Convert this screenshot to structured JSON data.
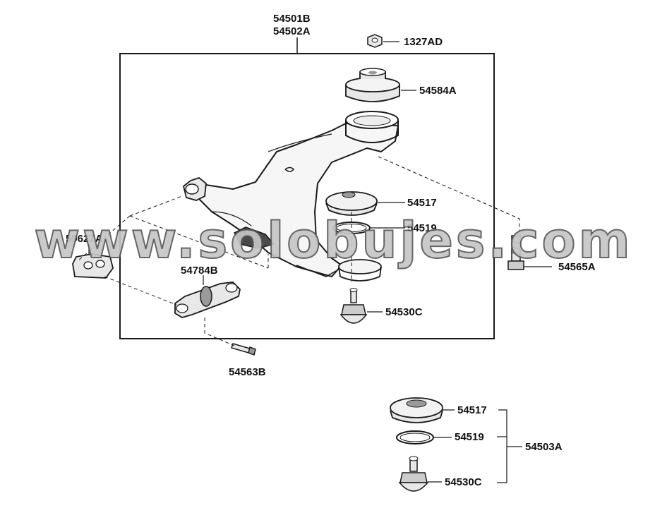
{
  "assembly": {
    "labels": [
      "54501B",
      "54502A"
    ]
  },
  "parts": {
    "nut": "1327AD",
    "bushing_upper": "54584A",
    "dust_cover": "54517",
    "snap_ring": "54519",
    "bracket": "59627A",
    "bushing_front": "54784B",
    "bolt_front": "54563B",
    "bolt_rear": "54565A",
    "ball_joint": "54530C"
  },
  "kit": {
    "items": [
      "54517",
      "54519",
      "54530C"
    ],
    "kit_number": "54503A"
  },
  "watermark": "www.solobujes.com",
  "colors": {
    "line": "#1a1a1a",
    "part_fill": "#e8e8e8",
    "shade": "#9a9a9a",
    "watermark_fill": "#c6c6c6",
    "watermark_stroke": "#5a5a5a"
  }
}
